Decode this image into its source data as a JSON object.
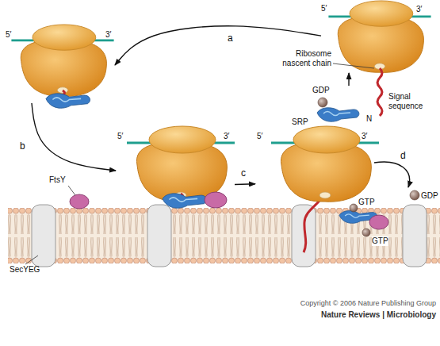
{
  "diagram": {
    "nodes": [
      {
        "text": [
          "5′",
          "3′"
        ]
      },
      {
        "text": [
          "5′",
          "3′"
        ]
      },
      {
        "text": [
          "5′",
          "3′"
        ]
      },
      {
        "text": [
          "5′",
          "3′"
        ]
      },
      {
        "text": [
          "GDP",
          "SRP"
        ]
      }
    ],
    "edges": [
      {
        "from": 0,
        "to": 1,
        "label": "a",
        "arrow": "to"
      },
      {
        "from": 1,
        "to": 2,
        "label": "b",
        "arrow": "to"
      },
      {
        "from": 2,
        "to": 3,
        "label": "c",
        "arrow": "to"
      },
      {
        "from": 4,
        "to": 0,
        "arrow": "to"
      }
    ],
    "labels": [
      "Ribosome nascent chain",
      "Signal sequence",
      "N",
      "FtsY",
      "d",
      "GTP",
      "GTP",
      "GDP",
      "SecYEG",
      "Copyright © 2006 Nature Publishing Group",
      "Nature Reviews | Microbiology"
    ]
  }
}
